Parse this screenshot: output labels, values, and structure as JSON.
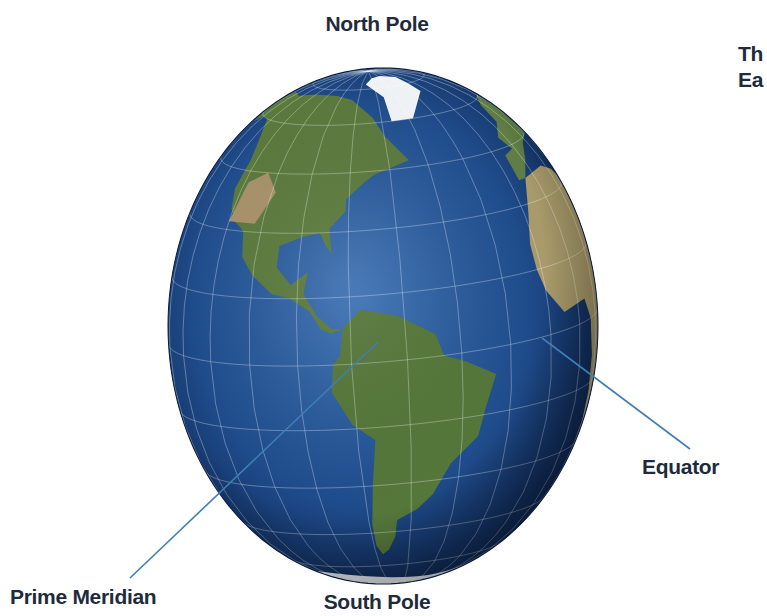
{
  "diagram": {
    "labels": [
      "North Pole",
      "Th",
      "Ea",
      "Equator",
      "Prime Meridian",
      "South Pole"
    ]
  }
}
